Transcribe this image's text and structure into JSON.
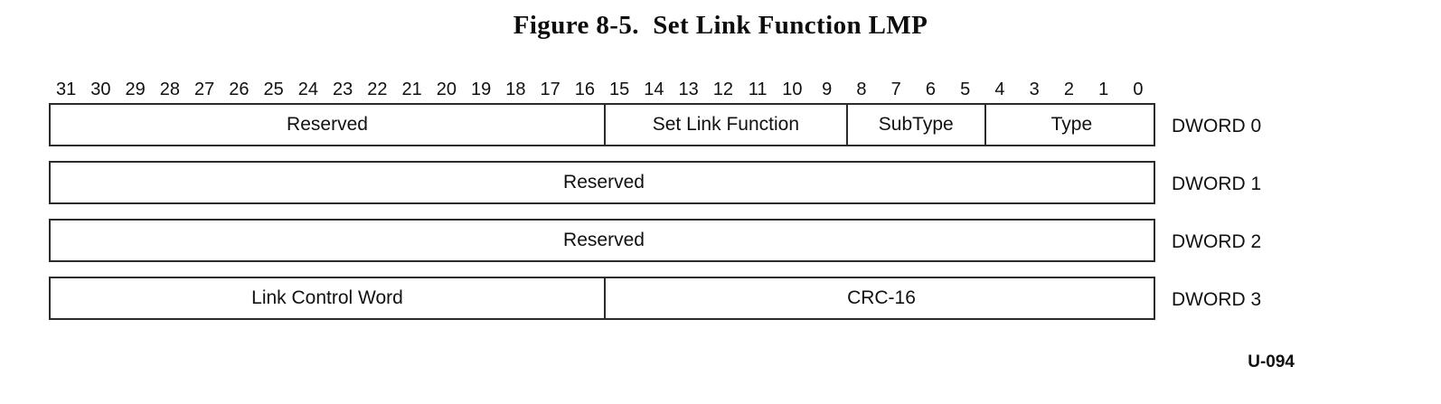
{
  "figure": {
    "title": "Figure 8-5.  Set Link Function LMP",
    "footer_code": "U-094"
  },
  "bit_ruler": {
    "labels": [
      "31",
      "30",
      "29",
      "28",
      "27",
      "26",
      "25",
      "24",
      "23",
      "22",
      "21",
      "20",
      "19",
      "18",
      "17",
      "16",
      "15",
      "14",
      "13",
      "12",
      "11",
      "10",
      "9",
      "8",
      "7",
      "6",
      "5",
      "4",
      "3",
      "2",
      "1",
      "0"
    ]
  },
  "rows": [
    {
      "label": "DWORD 0",
      "fields": [
        {
          "name": "Reserved",
          "bits": "31:16",
          "width": 16
        },
        {
          "name": "Set Link Function",
          "bits": "15:9",
          "width": 7
        },
        {
          "name": "SubType",
          "bits": "8:5",
          "width": 4
        },
        {
          "name": "Type",
          "bits": "4:0",
          "width": 5
        }
      ]
    },
    {
      "label": "DWORD 1",
      "fields": [
        {
          "name": "Reserved",
          "bits": "31:0",
          "width": 32
        }
      ]
    },
    {
      "label": "DWORD 2",
      "fields": [
        {
          "name": "Reserved",
          "bits": "31:0",
          "width": 32
        }
      ]
    },
    {
      "label": "DWORD 3",
      "fields": [
        {
          "name": "Link Control Word",
          "bits": "31:16",
          "width": 16
        },
        {
          "name": "CRC-16",
          "bits": "15:0",
          "width": 16
        }
      ]
    }
  ],
  "colors": {
    "border": "#2b2b2b",
    "text": "#111111",
    "background": "#ffffff"
  }
}
